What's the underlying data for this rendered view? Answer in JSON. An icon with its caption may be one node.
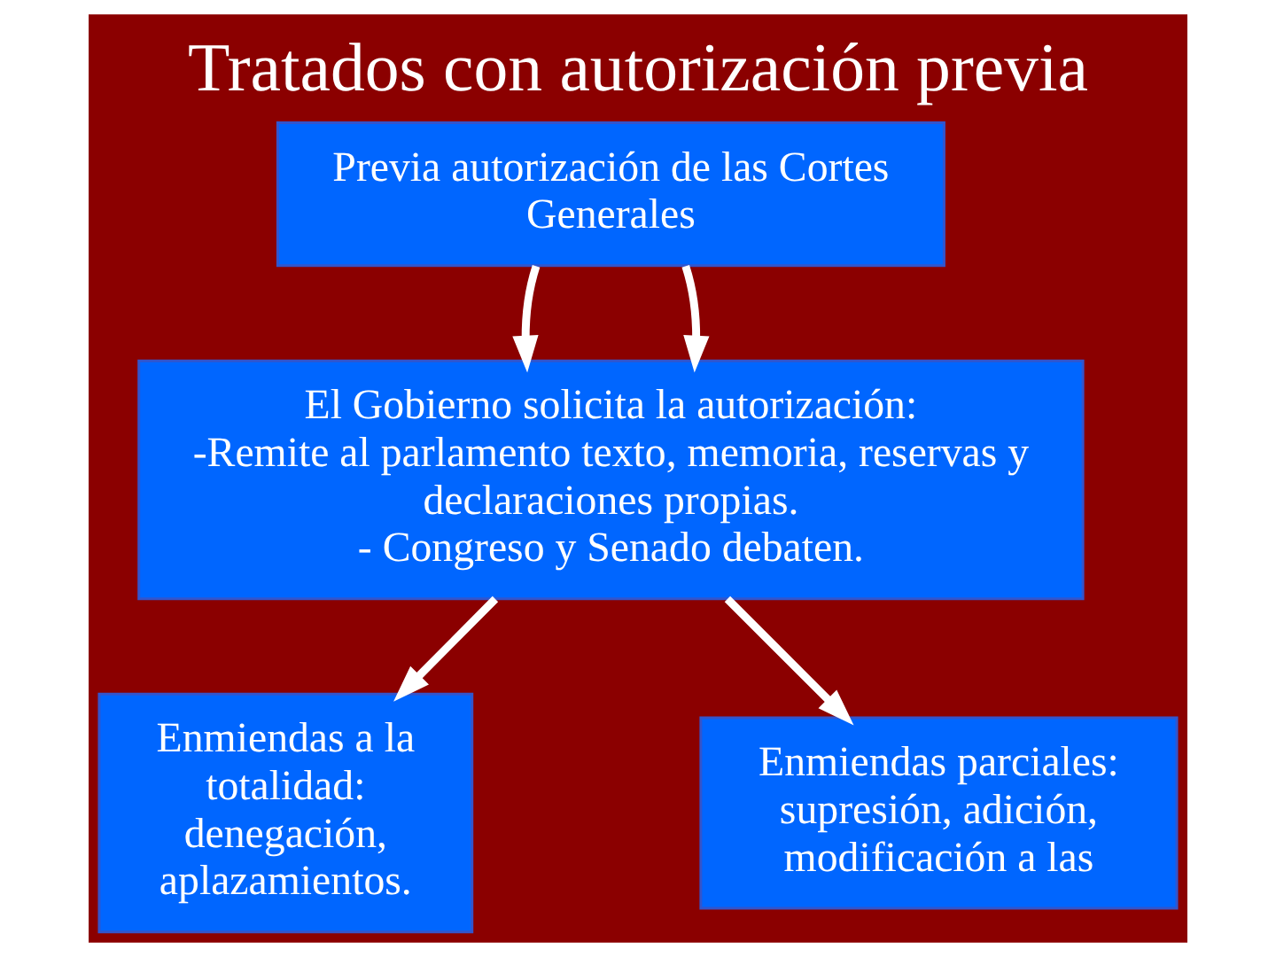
{
  "diagram": {
    "title": "Tratados con autorización previa",
    "nodes": [
      {
        "text": [
          "Previa autorización de las Cortes Generales"
        ]
      },
      {
        "text": [
          "El Gobierno solicita la autorización:",
          "-Remite al parlamento texto, memoria, reservas y declaraciones propias.",
          "- Congreso y Senado debaten."
        ]
      },
      {
        "text": [
          "Enmiendas a la totalidad: denegación, aplazamientos."
        ]
      },
      {
        "text": [
          "Enmiendas parciales: supresión, adición, modificación a las"
        ]
      }
    ],
    "edges": [
      {
        "from": 0,
        "to": 1,
        "arrow": "to"
      },
      {
        "from": 0,
        "to": 1,
        "arrow": "to"
      },
      {
        "from": 1,
        "to": 2,
        "arrow": "to"
      },
      {
        "from": 1,
        "to": 3,
        "arrow": "to"
      }
    ]
  }
}
